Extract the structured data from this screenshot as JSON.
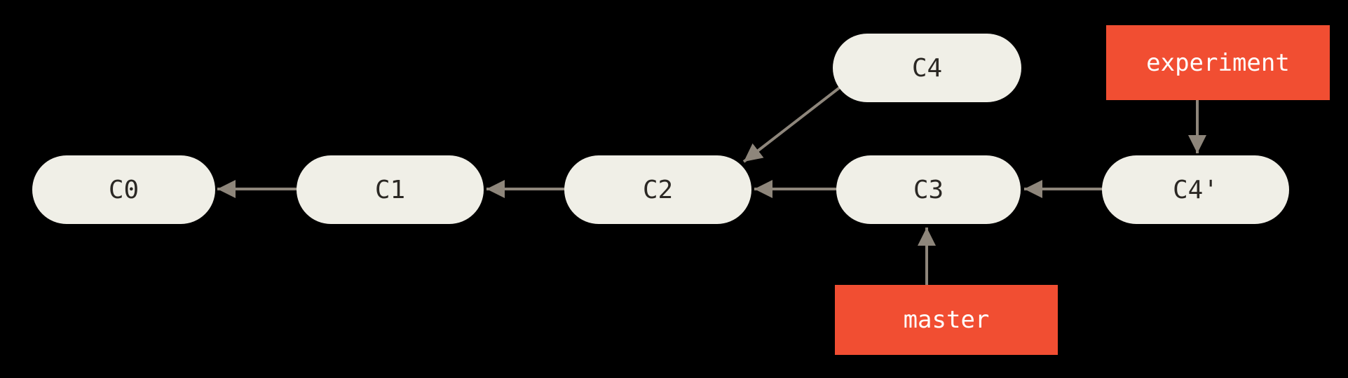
{
  "diagram": {
    "type": "git-commit-graph",
    "nodes": [
      {
        "id": "c0",
        "label": "C0"
      },
      {
        "id": "c1",
        "label": "C1"
      },
      {
        "id": "c2",
        "label": "C2"
      },
      {
        "id": "c3",
        "label": "C3"
      },
      {
        "id": "c4",
        "label": "C4"
      },
      {
        "id": "c4-prime",
        "label": "C4'"
      }
    ],
    "branch_labels": [
      {
        "id": "experiment",
        "label": "experiment"
      },
      {
        "id": "master",
        "label": "master"
      }
    ],
    "edges": [
      {
        "from": "C1",
        "to": "C0"
      },
      {
        "from": "C2",
        "to": "C1"
      },
      {
        "from": "C3",
        "to": "C2"
      },
      {
        "from": "C4",
        "to": "C2"
      },
      {
        "from": "C4'",
        "to": "C3"
      },
      {
        "from": "experiment",
        "to": "C4'"
      },
      {
        "from": "master",
        "to": "C3"
      }
    ],
    "colors": {
      "background": "#000000",
      "node_fill": "#f0efe7",
      "node_text": "#2b2824",
      "arrow": "#8e867b",
      "branch_fill": "#f14e32",
      "branch_text": "#ffffff"
    }
  }
}
